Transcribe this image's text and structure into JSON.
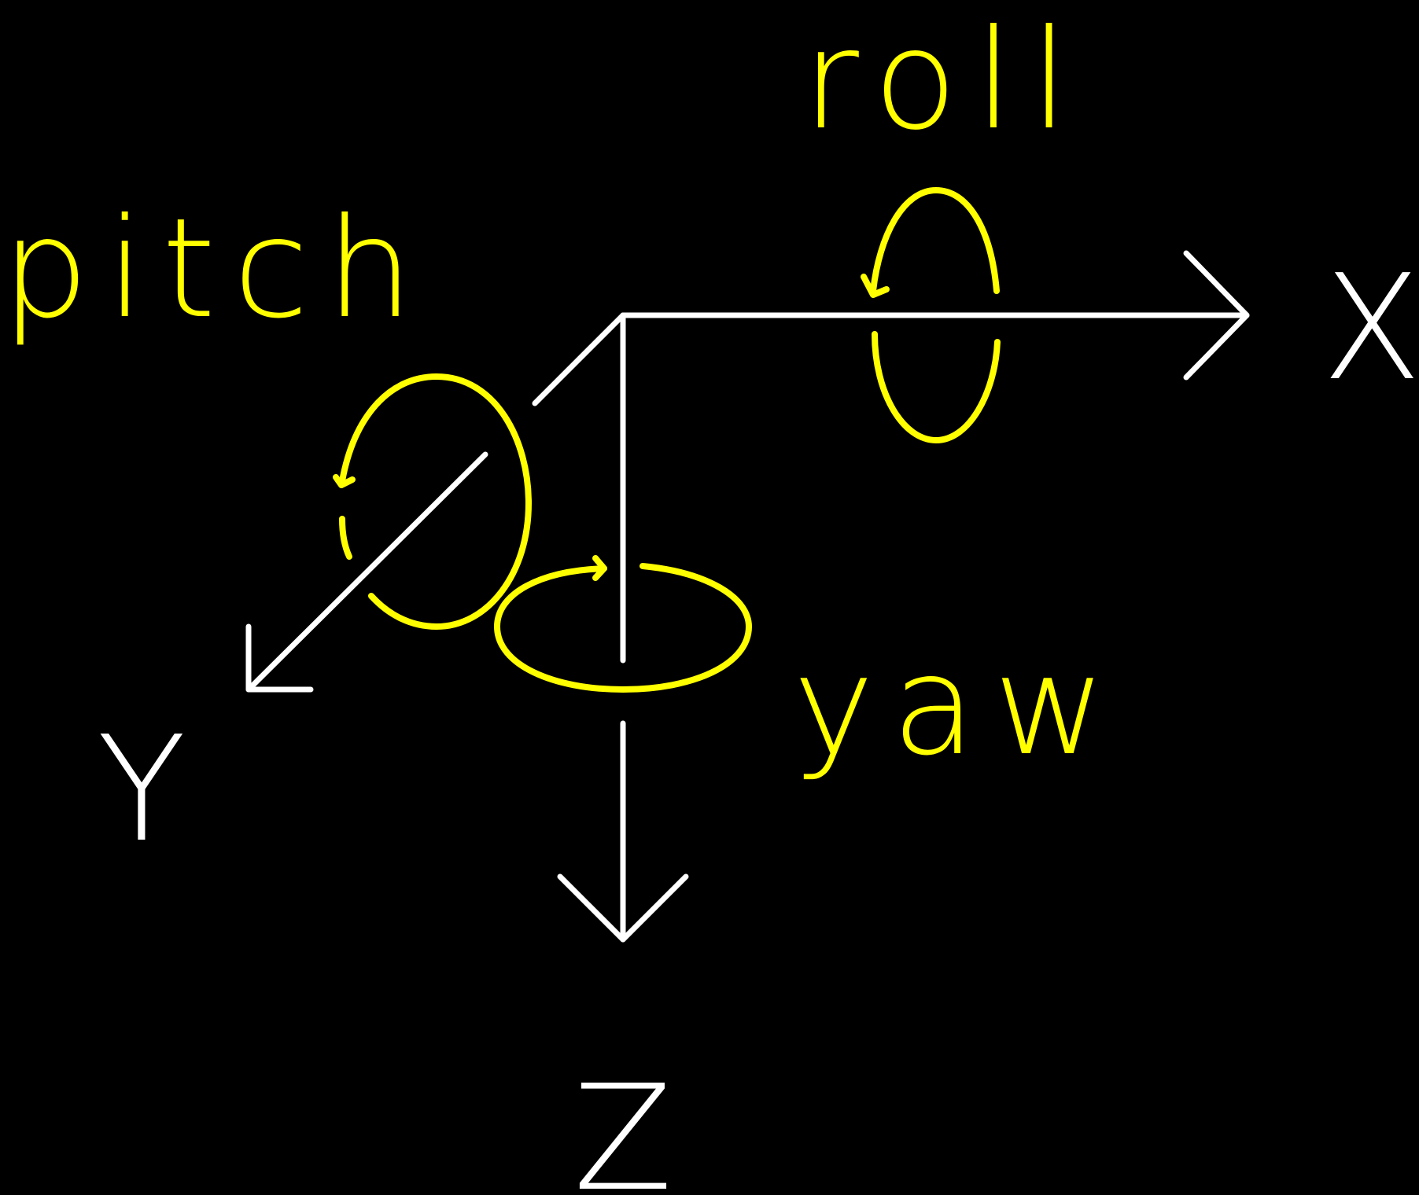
{
  "colors": {
    "background": "#000000",
    "axes": "#ffffff",
    "rotations": "#ffff00"
  },
  "axes": {
    "x": {
      "label": "X"
    },
    "y": {
      "label": "Y"
    },
    "z": {
      "label": "Z"
    }
  },
  "rotations": {
    "roll": {
      "label": "roll",
      "about_axis": "X",
      "arrow_icon": "curved-arrow-icon"
    },
    "pitch": {
      "label": "pitch",
      "about_axis": "Y",
      "arrow_icon": "curved-arrow-icon"
    },
    "yaw": {
      "label": "yaw",
      "about_axis": "Z",
      "arrow_icon": "curved-arrow-icon"
    }
  }
}
